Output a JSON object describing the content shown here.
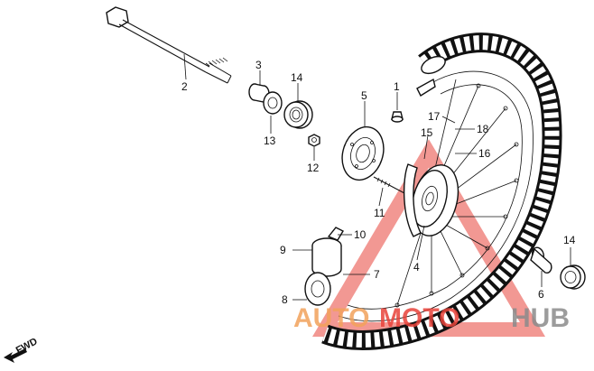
{
  "diagram": {
    "callouts": [
      {
        "id": "c2",
        "text": "2"
      },
      {
        "id": "c3",
        "text": "3"
      },
      {
        "id": "c13",
        "text": "13"
      },
      {
        "id": "c14a",
        "text": "14"
      },
      {
        "id": "c5",
        "text": "5"
      },
      {
        "id": "c1",
        "text": "1"
      },
      {
        "id": "c12",
        "text": "12"
      },
      {
        "id": "c17",
        "text": "17"
      },
      {
        "id": "c18",
        "text": "18"
      },
      {
        "id": "c15",
        "text": "15"
      },
      {
        "id": "c16",
        "text": "16"
      },
      {
        "id": "c11",
        "text": "11"
      },
      {
        "id": "c10",
        "text": "10"
      },
      {
        "id": "c9",
        "text": "9"
      },
      {
        "id": "c4",
        "text": "4"
      },
      {
        "id": "c7",
        "text": "7"
      },
      {
        "id": "c8",
        "text": "8"
      },
      {
        "id": "c14b",
        "text": "14"
      },
      {
        "id": "c6",
        "text": "6"
      }
    ],
    "direction_marker": "FWD"
  },
  "watermark": {
    "word_auto": "AUTO",
    "word_moto": "MOTO",
    "word_hub": "HUB",
    "color_red": "#e8433a",
    "color_orange": "#f2a25b",
    "color_gray": "#8b8b8b"
  }
}
